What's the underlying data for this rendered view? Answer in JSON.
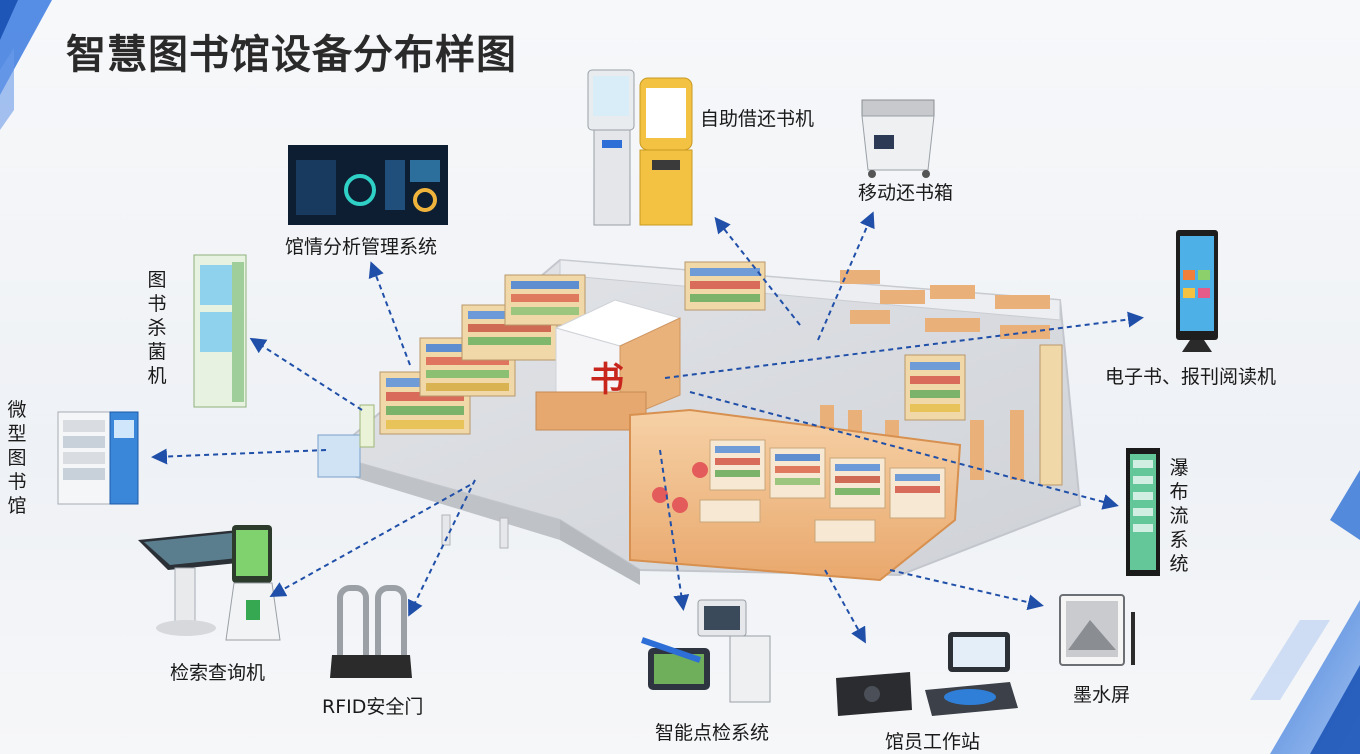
{
  "title": "智慧图书馆设备分布样图",
  "sign_char": "书",
  "devices": {
    "self_service": "自助借还书机",
    "mobile_return_box": "移动还书箱",
    "analytics_system": "馆情分析管理系统",
    "ebook_reader": "电子书、报刊阅读机",
    "sterilizer": "图书杀菌机",
    "mini_library": "微型图书馆",
    "waterfall_system": "瀑布流系统",
    "search_kiosk": "检索查询机",
    "rfid_gate": "RFID安全门",
    "inventory_system": "智能点检系统",
    "staff_station": "馆员工作站",
    "eink_screen": "墨水屏"
  },
  "colors": {
    "arrow": "#1f4fa8",
    "accent_blue": "#2d6fd6",
    "wood": "#e9b27a",
    "floor": "#d9dbdf"
  }
}
